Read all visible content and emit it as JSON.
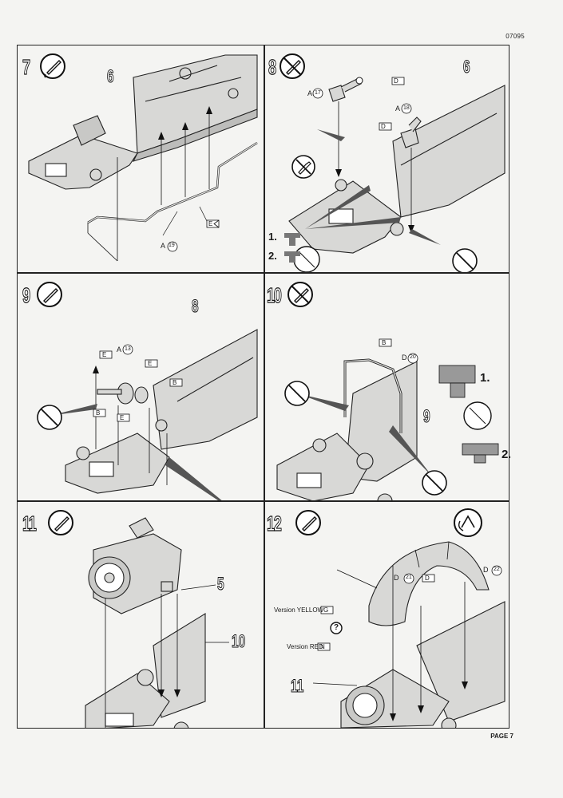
{
  "header": {
    "code": "07095"
  },
  "footer": {
    "page": "PAGE 7"
  },
  "steps": [
    {
      "number": "7",
      "callouts": {
        "part_ref": "6",
        "part": "A",
        "part_num": "19",
        "color": "E"
      }
    },
    {
      "number": "8",
      "callouts": {
        "part_ref": "6",
        "part1": "A",
        "part1_num": "17",
        "color1": "D",
        "part2": "A",
        "part2_num": "18",
        "color2": "D",
        "sub1": "1.",
        "sub2": "2."
      }
    },
    {
      "number": "9",
      "callouts": {
        "part_ref": "8",
        "part": "A",
        "part_num": "13",
        "colorE1": "E",
        "colorE2": "E",
        "colorB1": "B",
        "colorB2": "B",
        "colorE3": "E"
      }
    },
    {
      "number": "10",
      "callouts": {
        "part_ref": "9",
        "part": "D",
        "part_num": "20",
        "color": "B",
        "sub1": "1.",
        "sub2": "2."
      }
    },
    {
      "number": "11",
      "callouts": {
        "part_ref_top": "5",
        "part_ref_bottom": "10"
      }
    },
    {
      "number": "12",
      "callouts": {
        "part_ref": "11",
        "part1": "D",
        "part1_num": "21",
        "color1": "D",
        "part2": "D",
        "part2_num": "22",
        "version_yellow": "Version YELLOW",
        "version_yellow_color": "G",
        "version_red": "Version RED",
        "version_red_color": "N",
        "question": "?"
      }
    }
  ],
  "icons": {
    "glue": "glue-tube-icon",
    "no_glue": "no-glue-icon",
    "rotate": "rotate-model-icon"
  },
  "colors": {
    "part_fill": "#d8d8d6",
    "ink": "#1a1a1a",
    "shade": "#555555"
  }
}
